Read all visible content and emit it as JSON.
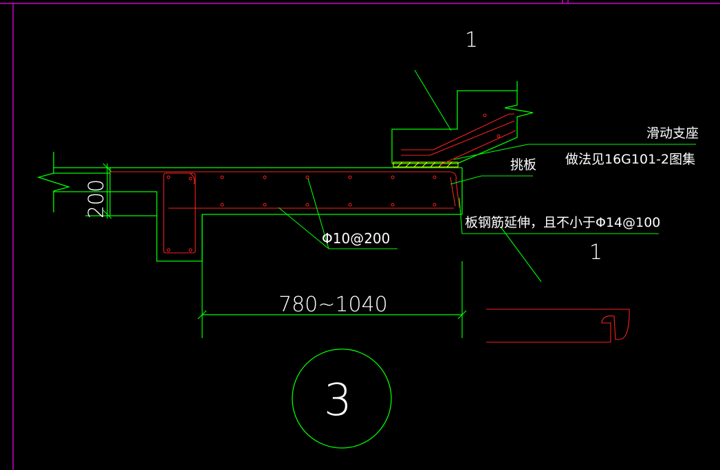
{
  "section_mark_top": "1",
  "section_mark_bottom": "1",
  "detail_number": "3",
  "slab_thickness_dim": "200",
  "span_dim": "780~1040",
  "rebar_spec": "Φ10@200",
  "label_sliding_support": "滑动支座",
  "label_sliding_support_ref": "做法见16G101-2图集",
  "label_cantilever_slab": "挑板",
  "label_rebar_extension": "板钢筋延伸，且不小于Φ14@100",
  "colors": {
    "background": "#000000",
    "outline": "#00ff00",
    "rebar": "#ff2020",
    "hatch": "#ffff00",
    "text": "#ffffff",
    "frame": "#ff00ff"
  }
}
